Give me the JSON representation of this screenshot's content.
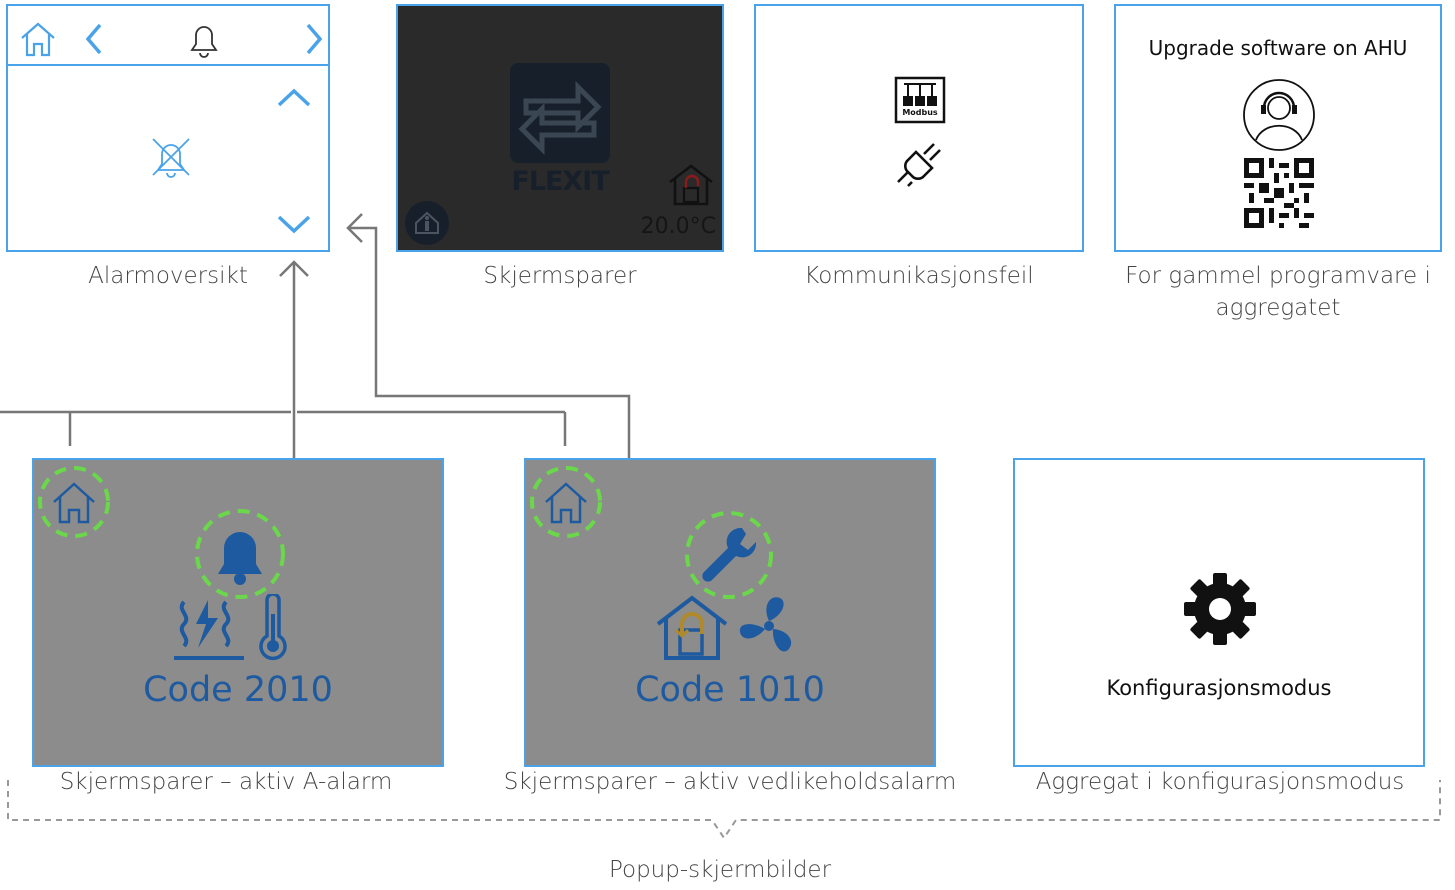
{
  "panels": {
    "alarm_overview": {
      "caption": "Alarmoversikt"
    },
    "screensaver": {
      "caption": "Skjermsparer",
      "temperature": "20.0°C",
      "brand": "FLEXIT"
    },
    "comm_error": {
      "caption": "Kommunikasjonsfeil",
      "modbus_label": "Modbus"
    },
    "old_software": {
      "title": "Upgrade software on AHU",
      "caption": "For gammel programvare i aggregatet"
    },
    "a_alarm": {
      "code": "Code 2010",
      "caption": "Skjermsparer – aktiv A-alarm"
    },
    "maintenance": {
      "code": "Code 1010",
      "caption": "Skjermsparer – aktiv vedlikeholdsalarm"
    },
    "config": {
      "label": "Konfigurasjonsmodus",
      "caption": "Aggregat i konfigurasjonsmodus"
    }
  },
  "group_label": "Popup-skjermbilder",
  "colors": {
    "accent_blue": "#4aa3e8",
    "dark_blue": "#1e5aa0",
    "highlight_green": "#6ad84a",
    "gray_panel": "#8c8c8c",
    "dark_panel": "#2a2a2a"
  },
  "icons": [
    "home-icon",
    "chevron-left-icon",
    "bell-icon",
    "chevron-right-icon",
    "chevron-up-icon",
    "chevron-down-icon",
    "bell-muted-icon",
    "flexit-logo",
    "info-icon",
    "house-return-icon",
    "modbus-icon",
    "plug-disconnect-icon",
    "headset-user-icon",
    "qr-code-icon",
    "heat-icon",
    "thermometer-icon",
    "wrench-icon",
    "fan-icon",
    "gear-icon"
  ]
}
